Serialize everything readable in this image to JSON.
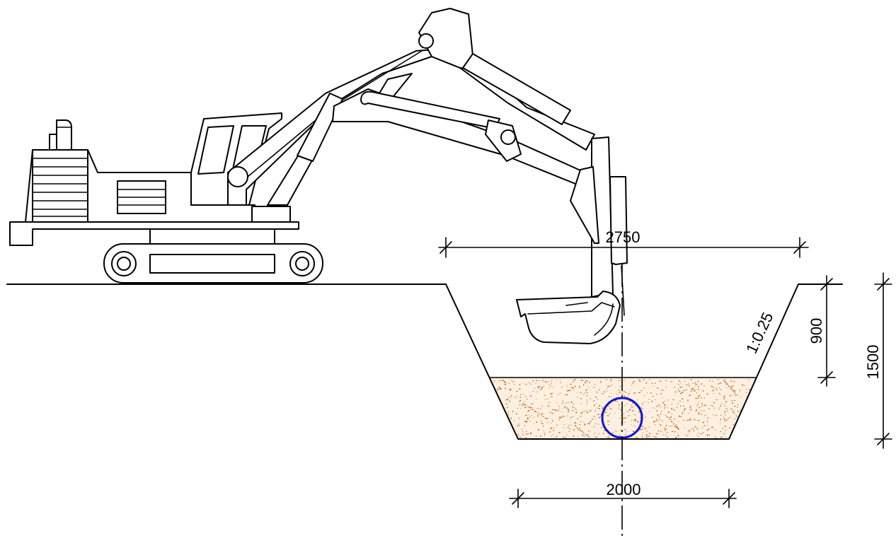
{
  "dimensions": {
    "top_width": "2750",
    "bottom_width": "2000",
    "pipe_zone_depth": "900",
    "total_depth": "1500",
    "slope": "1:0.25"
  },
  "colors": {
    "pipe": "#0a14d8",
    "bedding_fill": "#fdf0e0",
    "bedding_speckle": "#c0621e"
  }
}
